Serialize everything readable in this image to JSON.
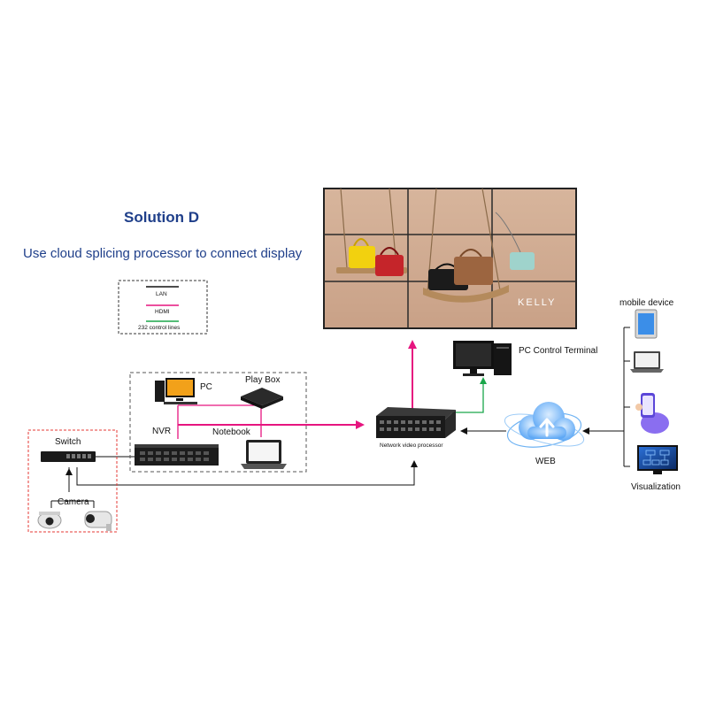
{
  "title": "Solution D",
  "subtitle": "Use cloud splicing processor to connect display",
  "legend": {
    "lan": "LAN",
    "hdmi": "HDMI",
    "control": "232 control lines"
  },
  "devices": {
    "pc": "PC",
    "play_box": "Play Box",
    "nvr": "NVR",
    "notebook": "Notebook",
    "switch": "Switch",
    "camera": "Camera",
    "processor": "Network video processor",
    "pc_terminal": "PC Control Terminal",
    "web": "WEB",
    "mobile": "mobile device",
    "visualization": "Visualization"
  },
  "wall_brand": "KELLY",
  "colors": {
    "title": "#1f3f8a",
    "lan": "#111111",
    "hdmi": "#e6157f",
    "control": "#1aa64a",
    "dashed_red": "#e53935",
    "dashed_gray": "#555555"
  }
}
